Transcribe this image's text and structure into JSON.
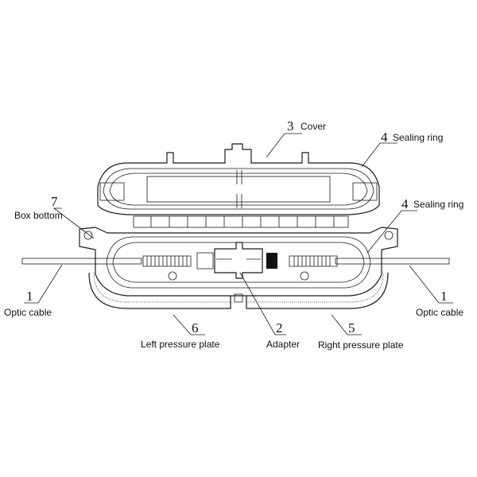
{
  "title": "Fiber optic terminal box exploded view",
  "parts": [
    {
      "num": "3",
      "label": "Cover"
    },
    {
      "num": "4",
      "label": "Sealing ring"
    },
    {
      "num": "7",
      "label": "Box bottom"
    },
    {
      "num": "4",
      "label": "Sealing ring"
    },
    {
      "num": "1",
      "label": "Optic cable"
    },
    {
      "num": "1",
      "label": "Optic cable"
    },
    {
      "num": "6",
      "label": "Left pressure plate"
    },
    {
      "num": "2",
      "label": "Adapter"
    },
    {
      "num": "5",
      "label": "Right pressure plate"
    }
  ]
}
